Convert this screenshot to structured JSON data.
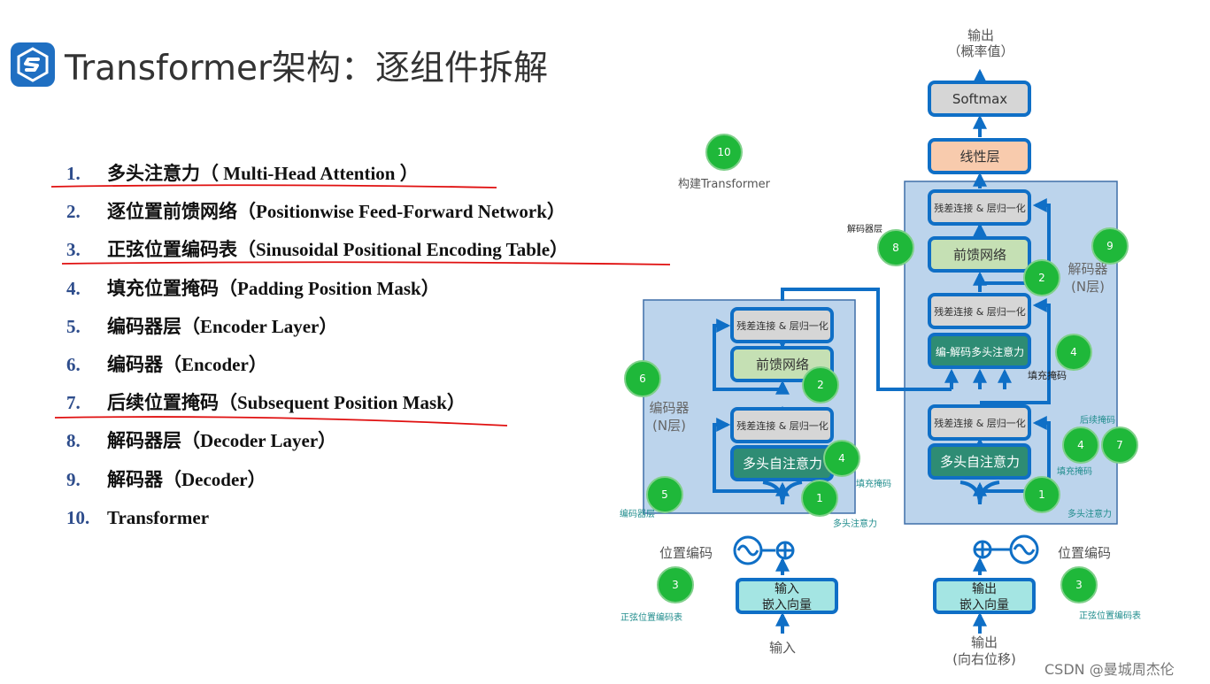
{
  "header": {
    "title": "Transformer架构：逐组件拆解"
  },
  "list": [
    {
      "num": "1.",
      "text": "多头注意力（ Multi-Head Attention ）"
    },
    {
      "num": "2.",
      "text": "逐位置前馈网络（Positionwise Feed-Forward Network）"
    },
    {
      "num": "3.",
      "text": "正弦位置编码表（Sinusoidal Positional Encoding Table）"
    },
    {
      "num": "4.",
      "text": "填充位置掩码（Padding Position Mask）"
    },
    {
      "num": "5.",
      "text": "编码器层（Encoder Layer）"
    },
    {
      "num": "6.",
      "text": "编码器（Encoder）"
    },
    {
      "num": "7.",
      "text": "后续位置掩码（Subsequent Position Mask）"
    },
    {
      "num": "8.",
      "text": "解码器层（Decoder Layer）"
    },
    {
      "num": "9.",
      "text": "解码器（Decoder）"
    },
    {
      "num": "10.",
      "text": "Transformer"
    }
  ],
  "diagram": {
    "output_top": "输出",
    "output_prob": "（概率值）",
    "softmax": "Softmax",
    "linear": "线性层",
    "residual_norm": "残差连接 & 层归一化",
    "feedforward": "前馈网络",
    "enc_dec_attention": "编-解码多头注意力",
    "self_attention": "多头自注意力",
    "encoder_label": "编码器",
    "encoder_n": "(N层)",
    "decoder_label": "解码器",
    "decoder_n": "(N层)",
    "positional_encoding": "位置编码",
    "input_embed_1": "输入",
    "input_embed_2": "嵌入向量",
    "output_embed_1": "输出",
    "output_embed_2": "嵌入向量",
    "input_bottom": "输入",
    "output_bottom_1": "输出",
    "output_bottom_2": "(向右位移)",
    "build_transformer": "构建Transformer",
    "decoder_layer_label": "解码器层",
    "encoder_layer_label": "编码器层",
    "padding_mask": "填充掩码",
    "subsequent_mask": "后续掩码",
    "multihead_attention": "多头注意力",
    "positional_table": "正弦位置编码表",
    "badges": [
      "1",
      "2",
      "3",
      "4",
      "5",
      "6",
      "7",
      "8",
      "9",
      "10"
    ]
  },
  "watermark": "CSDN @曼城周杰伦",
  "colors": {
    "accent_blue": "#0f6fc6",
    "panel_blue": "#bcd4ec",
    "badge_green": "#1fb83a",
    "underline_red": "#e01010"
  }
}
